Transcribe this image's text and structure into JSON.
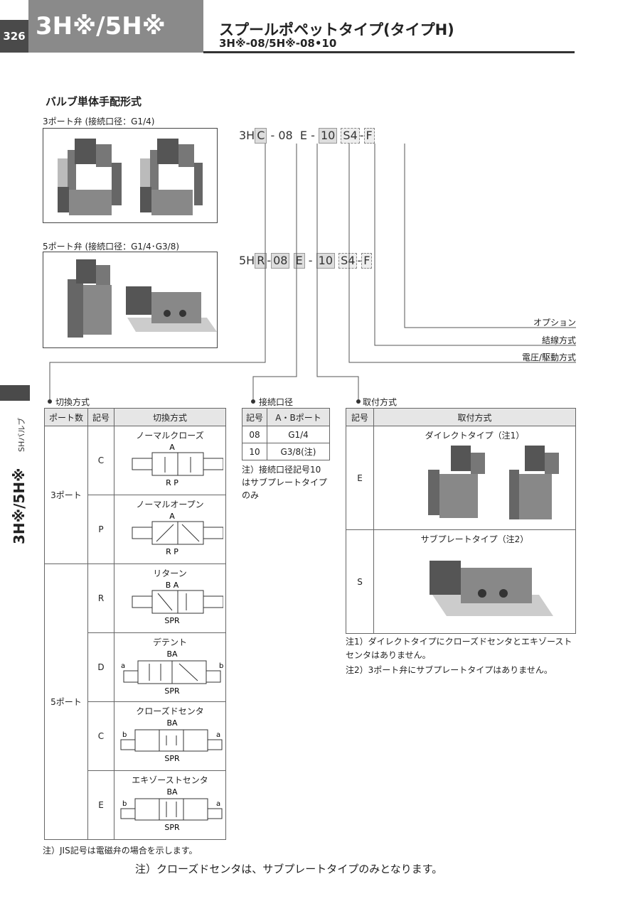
{
  "header": {
    "page_number": "326",
    "series": "3H※/5H※",
    "title": "スプールポペットタイプ(タイプH)",
    "subtitle": "3H※-08/5H※-08•10"
  },
  "sidebar": {
    "series": "3H※/5H※",
    "category": "SHバルブ"
  },
  "section_title": "バルブ単体手配形式",
  "port3_label": "3ポート弁 (接続口径：G1/4)",
  "port5_label": "5ポート弁 (接続口径：G1/4･G3/8)",
  "code3": {
    "prefix": "3H",
    "switch": "C",
    "d1": "-",
    "port": "08",
    "mount": "E",
    "d2": "-",
    "voltage": "10",
    "wiring": "S4",
    "d3": "-",
    "option": "F"
  },
  "code5": {
    "prefix": "5H",
    "switch": "R",
    "d1": "-",
    "port": "08",
    "mount": "E",
    "d2": "-",
    "voltage": "10",
    "wiring": "S4",
    "d3": "-",
    "option": "F"
  },
  "callouts": {
    "option": "オプション",
    "wiring": "結線方式",
    "voltage": "電圧/駆動方式"
  },
  "switching": {
    "title": "切換方式",
    "headers": [
      "ポート数",
      "記号",
      "切換方式"
    ],
    "groups": [
      {
        "ports": "3ポート",
        "rows": [
          {
            "code": "C",
            "name": "ノーマルクローズ",
            "top": "A",
            "bottom": "R P"
          },
          {
            "code": "P",
            "name": "ノーマルオープン",
            "top": "A",
            "bottom": "R P"
          }
        ]
      },
      {
        "ports": "5ポート",
        "rows": [
          {
            "code": "R",
            "name": "リターン",
            "top": "B A",
            "bottom": "SPR"
          },
          {
            "code": "D",
            "name": "デテント",
            "top": "BA",
            "bottom": "SPR",
            "left": "a",
            "right": "b"
          },
          {
            "code": "C",
            "name": "クローズドセンタ",
            "top": "BA",
            "bottom": "SPR",
            "left": "b",
            "right": "a"
          },
          {
            "code": "E",
            "name": "エキゾーストセンタ",
            "top": "BA",
            "bottom": "SPR",
            "left": "b",
            "right": "a"
          }
        ]
      }
    ],
    "note": "注）JIS記号は電磁弁の場合を示します。"
  },
  "port": {
    "title": "接続口径",
    "headers": [
      "記号",
      "A・Bポート"
    ],
    "rows": [
      [
        "08",
        "G1/4"
      ],
      [
        "10",
        "G3/8(注)"
      ]
    ],
    "note": "注）接続口径記号10はサブプレートタイプのみ"
  },
  "mount": {
    "title": "取付方式",
    "headers": [
      "記号",
      "取付方式"
    ],
    "rows": [
      {
        "code": "E",
        "name": "ダイレクトタイプ（注1）"
      },
      {
        "code": "S",
        "name": "サブプレートタイプ（注2）"
      }
    ],
    "note1": "注1）ダイレクトタイプにクローズドセンタとエキゾーストセンタはありません。",
    "note2": "注2）3ポート弁にサブプレートタイプはありません。"
  },
  "footer_note": "注）クローズドセンタは、サブプレートタイプのみとなります。"
}
